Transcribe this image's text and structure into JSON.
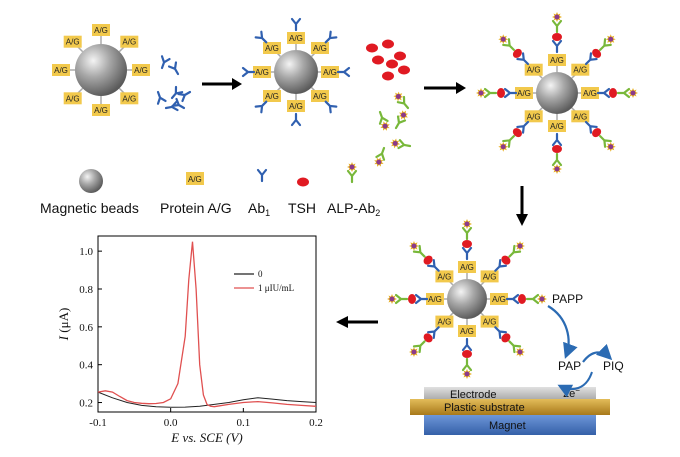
{
  "labels": {
    "ag": "A/G",
    "legend": {
      "beads": "Magnetic beads",
      "protein": "Protein A/G",
      "ab1": "Ab",
      "ab1_sub": "1",
      "tsh": "TSH",
      "alp": "ALP-Ab",
      "alp_sub": "2"
    },
    "detect": {
      "papp": "PAPP",
      "pap": "PAP",
      "piq": "PIQ",
      "electron": "2e",
      "electron_sup": "−",
      "electrode": "Electrode",
      "plastic": "Plastic substrate",
      "magnet": "Magnet"
    }
  },
  "colors": {
    "ag_box": "#f2c94c",
    "ab": "#3060b0",
    "tsh": "#e01a22",
    "alp_green": "#78b83a",
    "alp_star": "#8b3a8b",
    "magnet": "#4a78c8",
    "plastic": "#c99a2e",
    "electrode": "#c9c9c9",
    "arrow": "#2b6bb3",
    "series_blank": "#222222",
    "series_tsh": "#e05050"
  },
  "chart_data": {
    "type": "line",
    "xlabel_italic": "E",
    "xlabel_rest": " vs. SCE (V)",
    "ylabel_italic": "I",
    "ylabel_rest": " (μA)",
    "xlim": [
      -0.1,
      0.2
    ],
    "ylim": [
      0.15,
      1.08
    ],
    "xticks": [
      "-0.1",
      "0.0",
      "0.1",
      "0.2"
    ],
    "xtick_values": [
      -0.1,
      0.0,
      0.1,
      0.2
    ],
    "yticks": [
      "0.2",
      "0.4",
      "0.6",
      "0.8",
      "1.0"
    ],
    "ytick_values": [
      0.2,
      0.4,
      0.6,
      0.8,
      1.0
    ],
    "series": [
      {
        "name": "0",
        "color": "#222222",
        "x": [
          -0.1,
          -0.08,
          -0.06,
          -0.04,
          -0.02,
          0.0,
          0.02,
          0.04,
          0.06,
          0.08,
          0.1,
          0.12,
          0.14,
          0.16,
          0.18,
          0.2
        ],
        "y": [
          0.255,
          0.225,
          0.2,
          0.185,
          0.178,
          0.175,
          0.176,
          0.18,
          0.19,
          0.2,
          0.215,
          0.225,
          0.218,
          0.21,
          0.205,
          0.2
        ]
      },
      {
        "name": "1 μIU/mL",
        "color": "#e05050",
        "x": [
          -0.1,
          -0.09,
          -0.08,
          -0.07,
          -0.06,
          -0.05,
          -0.04,
          -0.03,
          -0.02,
          -0.01,
          0.0,
          0.01,
          0.02,
          0.025,
          0.03,
          0.035,
          0.04,
          0.045,
          0.05,
          0.055,
          0.06,
          0.08,
          0.1,
          0.12,
          0.14,
          0.16,
          0.18,
          0.2
        ],
        "y": [
          0.255,
          0.262,
          0.255,
          0.232,
          0.21,
          0.2,
          0.196,
          0.194,
          0.195,
          0.2,
          0.22,
          0.3,
          0.55,
          0.85,
          1.05,
          0.8,
          0.4,
          0.24,
          0.19,
          0.18,
          0.178,
          0.19,
          0.2,
          0.205,
          0.198,
          0.19,
          0.185,
          0.18
        ]
      }
    ]
  }
}
